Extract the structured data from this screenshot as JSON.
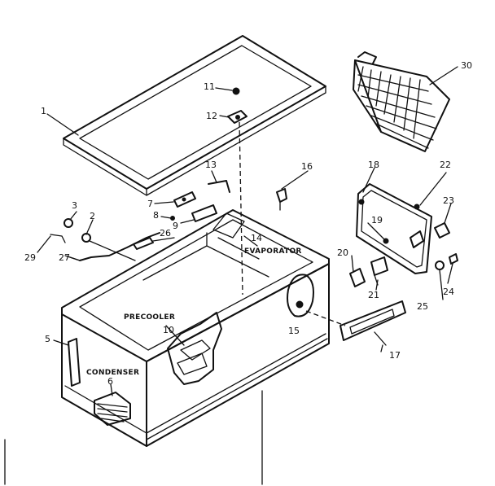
{
  "callouts": {
    "c1": "1",
    "c2": "2",
    "c3": "3",
    "c5": "5",
    "c6": "6",
    "c7": "7",
    "c8": "8",
    "c9": "9",
    "c10": "10",
    "c11": "11",
    "c12": "12",
    "c13": "13",
    "c14": "14",
    "c15": "15",
    "c16": "16",
    "c17": "17",
    "c18": "18",
    "c19": "19",
    "c20": "20",
    "c21": "21",
    "c22": "22",
    "c23": "23",
    "c24": "24",
    "c25": "25",
    "c26": "26",
    "c27": "27",
    "c29": "29",
    "c30": "30"
  },
  "captions": {
    "evaporator": "EVAPORATOR",
    "precooler": "PRECOOLER",
    "condenser": "CONDENSER"
  }
}
